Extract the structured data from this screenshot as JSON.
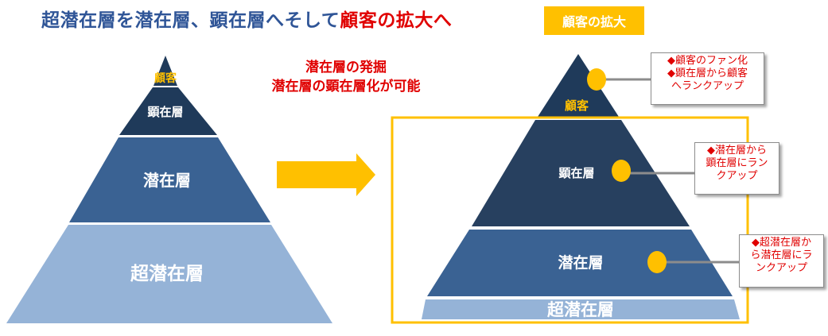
{
  "title": {
    "main": "超潜在層を潜在層、顕在層へそして",
    "accent": "顧客の拡大へ"
  },
  "badge": "顧客の拡大",
  "middle_note": {
    "line1": "潜在層の発掘",
    "line2": "潜在層の顕在層化が可能"
  },
  "left_pyramid": {
    "customer": "顧客",
    "manifest": "顕在層",
    "latent": "潜在層",
    "super_latent": "超潜在層"
  },
  "right_pyramid": {
    "customer": "顧客",
    "manifest": "顕在層",
    "latent": "潜在層",
    "super_latent": "超潜在層"
  },
  "callouts": {
    "customer": [
      "◆顧客のファン化",
      "◆顕在層から顧客",
      "へランクアップ"
    ],
    "manifest": [
      "◆潜在層から",
      "顕在層にラン",
      "クアップ"
    ],
    "latent": [
      "◆超潜在層か",
      "ら潜在層にラ",
      "ンクアップ"
    ]
  },
  "colors": {
    "dark_navy": "#1f3a5a",
    "navy": "#27405f",
    "mid_blue": "#3a6293",
    "light_blue": "#95b3d7",
    "gold": "#ffc000",
    "red": "#e00000",
    "title_blue": "#2f5597"
  }
}
